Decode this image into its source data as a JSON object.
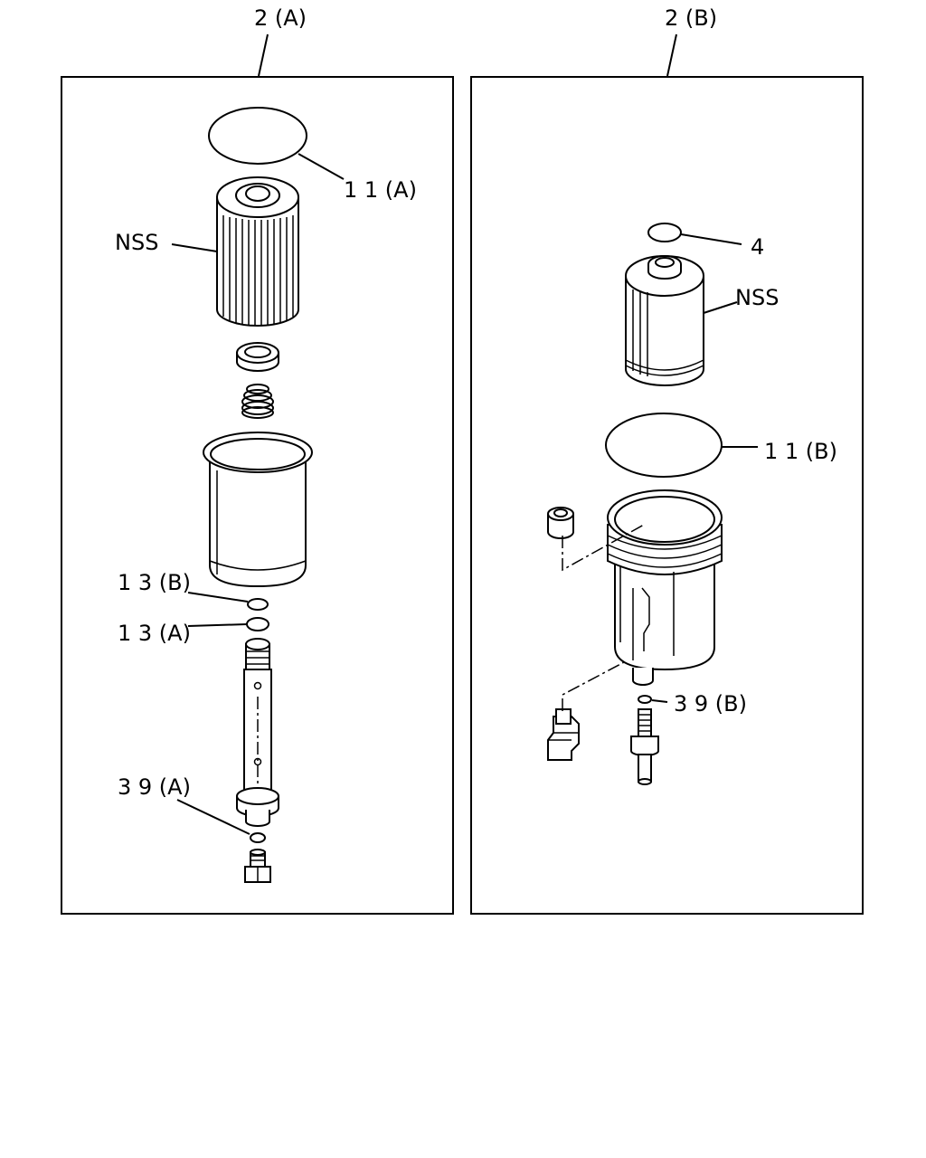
{
  "panels": {
    "a": {
      "title": "2 (A)",
      "labels": {
        "oring_top": "1 1 (A)",
        "element": "NSS",
        "oring_13b": "1 3 (B)",
        "oring_13a": "1 3 (A)",
        "oring_39a": "3 9 (A)"
      }
    },
    "b": {
      "title": "2 (B)",
      "labels": {
        "oring_4": "4",
        "element": "NSS",
        "oring_11b": "1 1 (B)",
        "oring_39b": "3 9 (B)"
      }
    }
  }
}
